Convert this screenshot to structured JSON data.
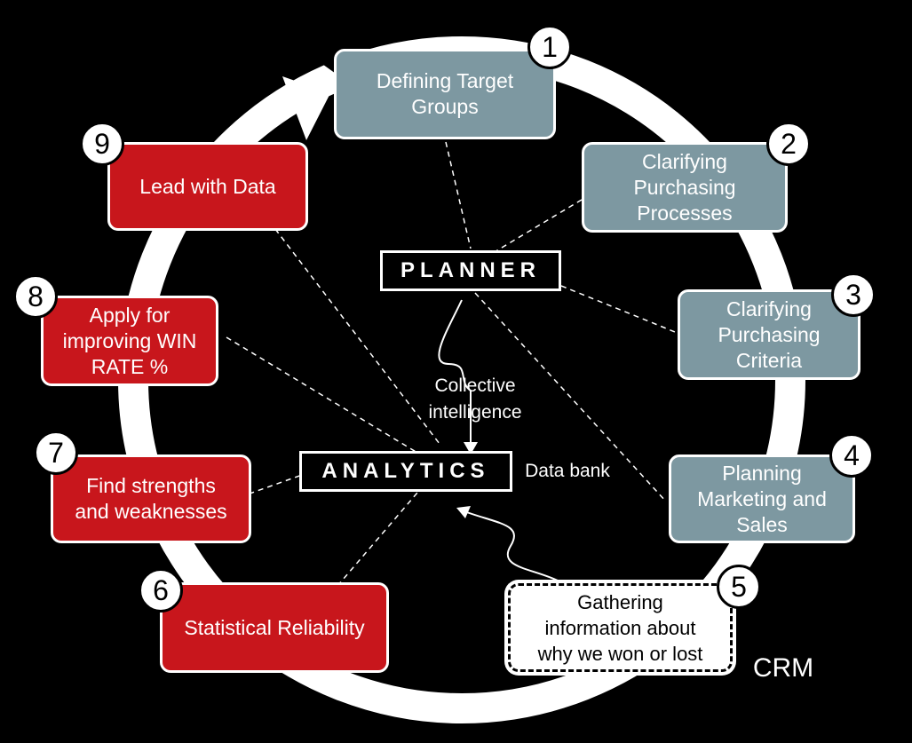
{
  "colors": {
    "background": "#000000",
    "grey_box": "#7d98a1",
    "red_box": "#c8161c",
    "ring": "#ffffff"
  },
  "center": {
    "planner": "PLANNER",
    "analytics": "ANALYTICS",
    "collective_intelligence": "Collective\nintelligence",
    "data_bank": "Data bank",
    "crm": "CRM"
  },
  "steps": [
    {
      "number": "1",
      "label": "Defining Target\nGroups",
      "style": "grey"
    },
    {
      "number": "2",
      "label": "Clarifying\nPurchasing\nProcesses",
      "style": "grey"
    },
    {
      "number": "3",
      "label": "Clarifying\nPurchasing\nCriteria",
      "style": "grey"
    },
    {
      "number": "4",
      "label": "Planning\nMarketing and\nSales",
      "style": "grey"
    },
    {
      "number": "5",
      "label": "Gathering\ninformation about\nwhy we won or lost",
      "style": "white-dashed"
    },
    {
      "number": "6",
      "label": "Statistical Reliability",
      "style": "red"
    },
    {
      "number": "7",
      "label": "Find strengths\nand weaknesses",
      "style": "red"
    },
    {
      "number": "8",
      "label": "Apply for\nimproving WIN\nRATE %",
      "style": "red"
    },
    {
      "number": "9",
      "label": "Lead with Data",
      "style": "red"
    }
  ]
}
